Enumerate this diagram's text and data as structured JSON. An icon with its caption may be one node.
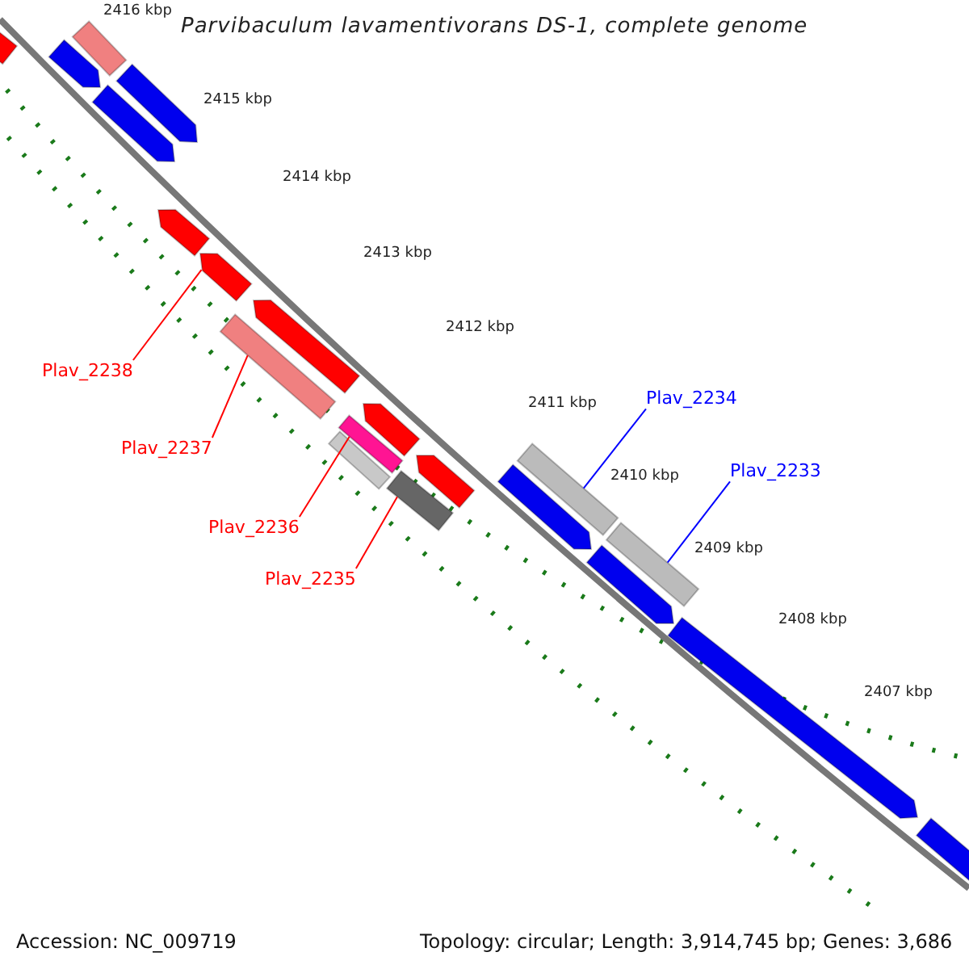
{
  "diagram": {
    "title": "Parvibaculum lavamentivorans DS-1, complete genome",
    "nodes": [
      {
        "text": [],
        "shape": "arrow"
      },
      {
        "text": [],
        "shape": "bar"
      },
      {
        "text": [],
        "shape": "arrow"
      },
      {
        "text": [],
        "shape": "arrow"
      },
      {
        "text": [],
        "shape": "arrow"
      },
      {
        "text": [],
        "shape": "arrow"
      },
      {
        "text": [],
        "shape": "arrow"
      },
      {
        "text": [],
        "shape": "arrow"
      },
      {
        "text": [],
        "shape": "bar"
      },
      {
        "text": [],
        "shape": "arrow"
      },
      {
        "text": [],
        "shape": "bar"
      },
      {
        "text": [],
        "shape": "bar"
      },
      {
        "text": [],
        "shape": "arrow"
      },
      {
        "text": [],
        "shape": "bar"
      },
      {
        "text": [],
        "shape": "bar"
      },
      {
        "text": [],
        "shape": "arrow"
      },
      {
        "text": [],
        "shape": "bar"
      },
      {
        "text": [],
        "shape": "arrow"
      },
      {
        "text": [],
        "shape": "arrow"
      },
      {
        "text": [],
        "shape": "arrow"
      },
      {
        "text": [
          "Plav_2238"
        ]
      },
      {
        "text": [
          "Plav_2237"
        ]
      },
      {
        "text": [
          "Plav_2234"
        ]
      },
      {
        "text": [
          "Plav_2236"
        ]
      },
      {
        "text": [
          "Plav_2233"
        ]
      },
      {
        "text": [
          "Plav_2235"
        ]
      }
    ],
    "edges": [
      {
        "from": 20,
        "to": 6,
        "arrow": "none"
      },
      {
        "from": 21,
        "to": 8,
        "arrow": "none"
      },
      {
        "from": 22,
        "to": 14,
        "arrow": "none",
        "color": "#0000ff"
      },
      {
        "from": 23,
        "to": 10,
        "arrow": "none"
      },
      {
        "from": 24,
        "to": 16,
        "arrow": "none",
        "color": "#0000ff"
      },
      {
        "from": 25,
        "to": 13,
        "arrow": "none"
      }
    ],
    "labels": [
      "2416 kbp",
      "2415 kbp",
      "2414 kbp",
      "2413 kbp",
      "2412 kbp",
      "2411 kbp",
      "2410 kbp",
      "2409 kbp",
      "2408 kbp",
      "2407 kbp",
      "Accession: NC_009719",
      "Topology: circular; Length: 3,914,745 bp; Genes: 3,686"
    ]
  }
}
